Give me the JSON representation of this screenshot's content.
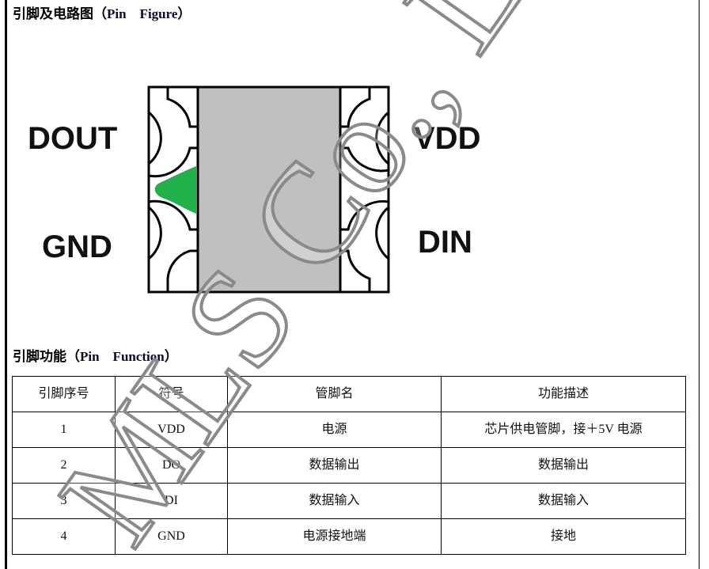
{
  "section1": {
    "title_cn": "引脚及电路图（",
    "title_en": "Pin　Figure",
    "title_end": "）"
  },
  "pins": {
    "dout": "DOUT",
    "gnd": "GND",
    "vdd": "VDD",
    "din": "DIN"
  },
  "section2": {
    "title_cn": "引脚功能（",
    "title_en": "Pin　Function",
    "title_end": "）"
  },
  "table": {
    "headers": [
      "引脚序号",
      "符号",
      "管脚名",
      "功能描述"
    ],
    "rows": [
      [
        "1",
        "VDD",
        "电源",
        "芯片供电管脚，接＋5V 电源"
      ],
      [
        "2",
        "DO",
        "数据输出",
        "数据输出"
      ],
      [
        "3",
        "DI",
        "数据输入",
        "数据输入"
      ],
      [
        "4",
        "GND",
        "电源接地端",
        "接地"
      ]
    ]
  },
  "watermark": "MLS Co., Ltd",
  "colors": {
    "body": "#c0c0c0",
    "led": "#22b04b",
    "watermark": "#8a8a8a"
  }
}
